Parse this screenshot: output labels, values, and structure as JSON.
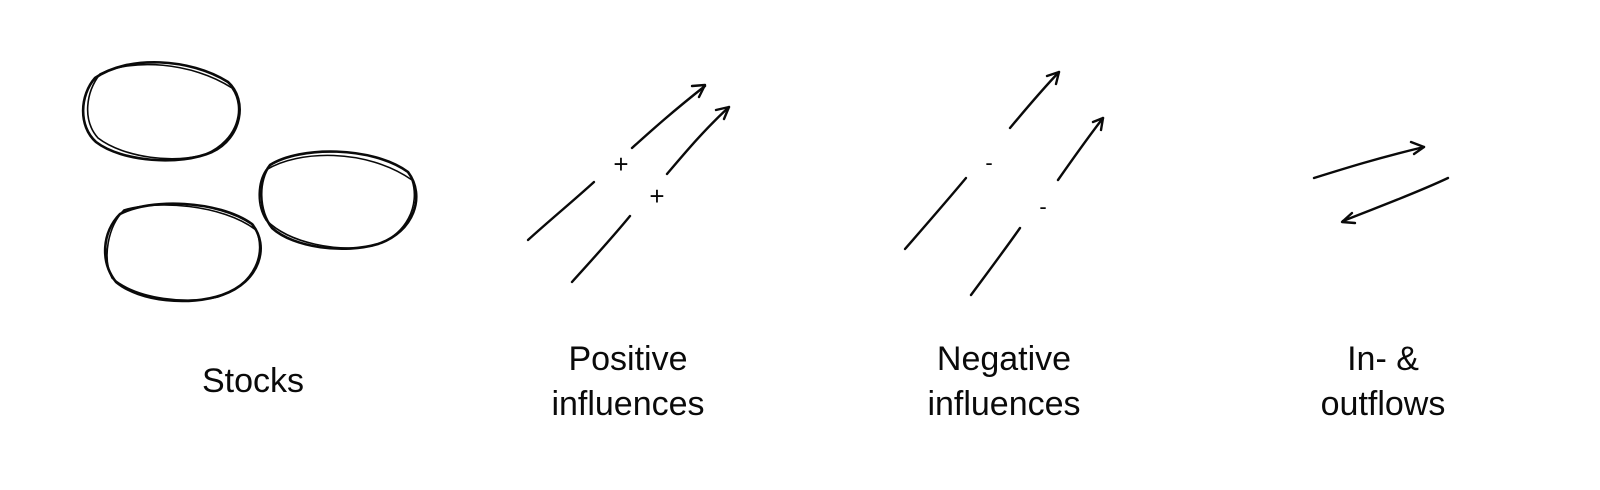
{
  "legend": {
    "stocks": {
      "label": "Stocks"
    },
    "positive": {
      "line1": "Positive",
      "line2": "influences",
      "sign": "+"
    },
    "negative": {
      "line1": "Negative",
      "line2": "influences",
      "sign": "-"
    },
    "flows": {
      "line1": "In- &",
      "line2": "outflows"
    }
  },
  "colors": {
    "ink": "#0a0a0a",
    "background": "#ffffff"
  },
  "icons": [
    "stock-ellipse-icon",
    "positive-arrow-icon",
    "negative-arrow-icon",
    "flow-arrow-icon"
  ]
}
